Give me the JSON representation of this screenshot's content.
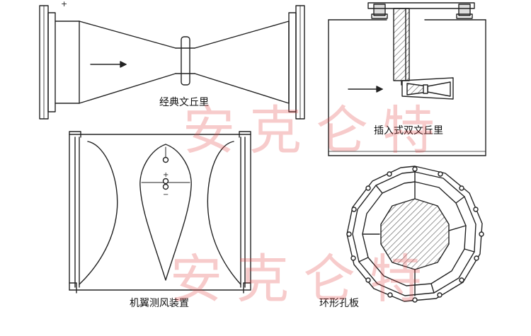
{
  "captions": {
    "venturi": "经典文丘里",
    "insert_venturi": "插入式双文丘里",
    "airfoil": "机翼测风装置",
    "orifice": "环形孔板"
  },
  "signs": {
    "plus": "+",
    "minus": "−"
  },
  "watermark": {
    "text": "安克仑特"
  },
  "colors": {
    "line": "#222222",
    "watermark": "#e14646",
    "hatch": "#555555"
  }
}
